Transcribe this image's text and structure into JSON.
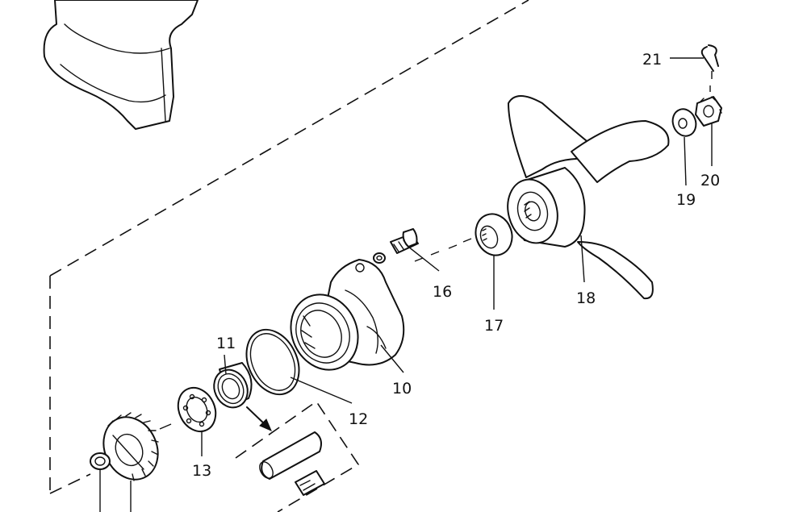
{
  "callouts": {
    "p10": "10",
    "p11": "11",
    "p12": "12",
    "p13": "13",
    "p16": "16",
    "p17": "17",
    "p18": "18",
    "p19": "19",
    "p20": "20",
    "p21": "21"
  }
}
